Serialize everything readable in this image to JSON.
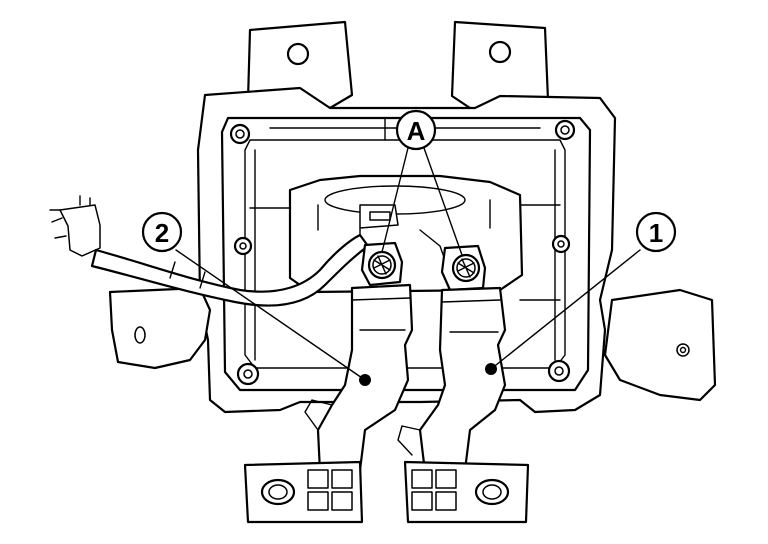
{
  "callouts": {
    "a": "A",
    "one": "1",
    "two": "2"
  },
  "colors": {
    "ink": "#000000",
    "paper": "#ffffff"
  }
}
